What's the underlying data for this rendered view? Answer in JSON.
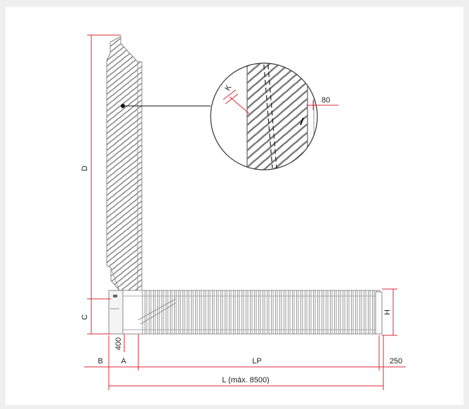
{
  "drawing": {
    "labels": {
      "D": "D",
      "C": "C",
      "B": "B",
      "A": "A",
      "LP": "LP",
      "end_250": "250",
      "L": "L (máx. 8500)",
      "H": "H",
      "dim_400": "400",
      "detail_80": "80",
      "detail_K": "K"
    },
    "colors": {
      "dimension_line": "#d8283a",
      "outline": "#888888",
      "leader": "#111111",
      "background": "#efefef"
    }
  }
}
